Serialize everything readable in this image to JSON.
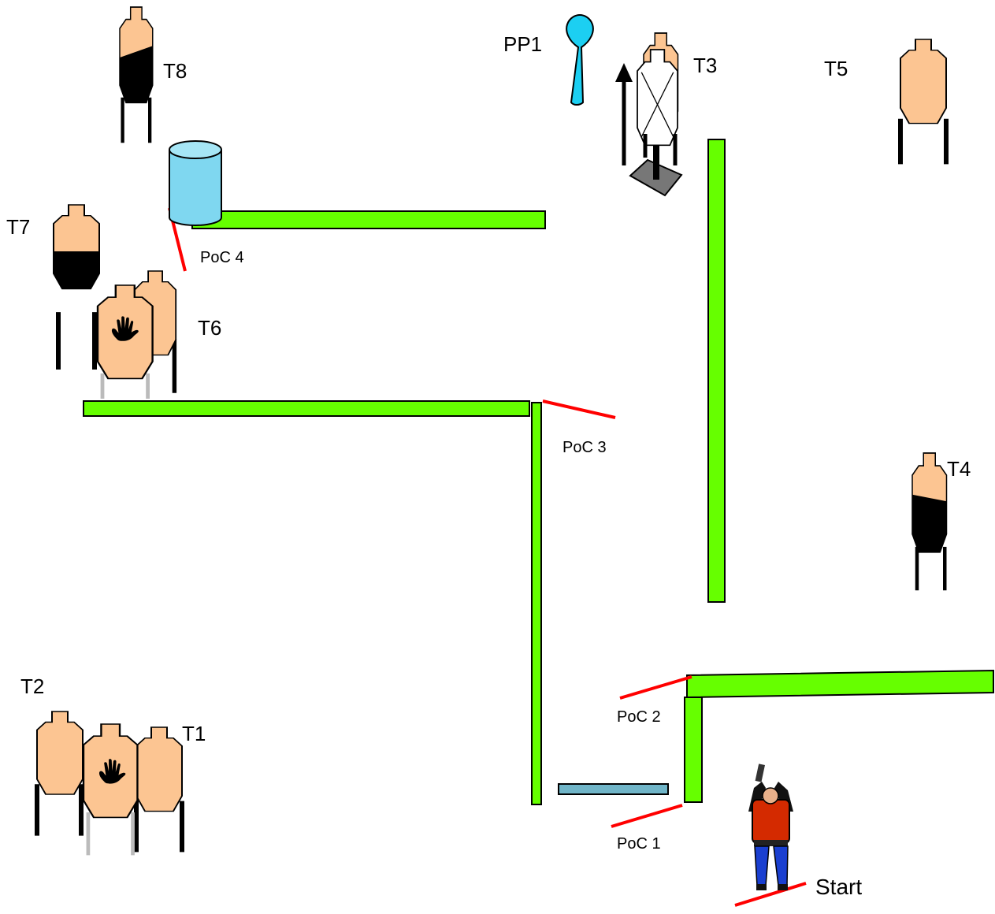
{
  "colors": {
    "wall": "#66ff00",
    "wall_outline": "#000000",
    "poc_line": "#ff0000",
    "target_tan": "#fcc592",
    "target_black": "#000000",
    "barrel": "#7fd7f0",
    "pp1": "#1ccff2",
    "hand": "#000000",
    "shooter_shirt": "#d42a00",
    "shooter_pants": "#1a3fd0",
    "low_wall": "#70b5c8",
    "mover_base": "#777777"
  },
  "labels": {
    "t1": "T1",
    "t2": "T2",
    "t3": "T3",
    "t4": "T4",
    "t5": "T5",
    "t6": "T6",
    "t7": "T7",
    "t8": "T8",
    "pp1": "PP1",
    "poc1": "PoC 1",
    "poc2": "PoC 2",
    "poc3": "PoC 3",
    "poc4": "PoC 4",
    "start": "Start"
  },
  "icons": {
    "hand": "no-shoot-hand-icon",
    "arrow": "movement-arrow-icon",
    "barrel": "barrel-icon",
    "popper": "pepper-popper-icon",
    "shooter": "shooter-icon"
  }
}
